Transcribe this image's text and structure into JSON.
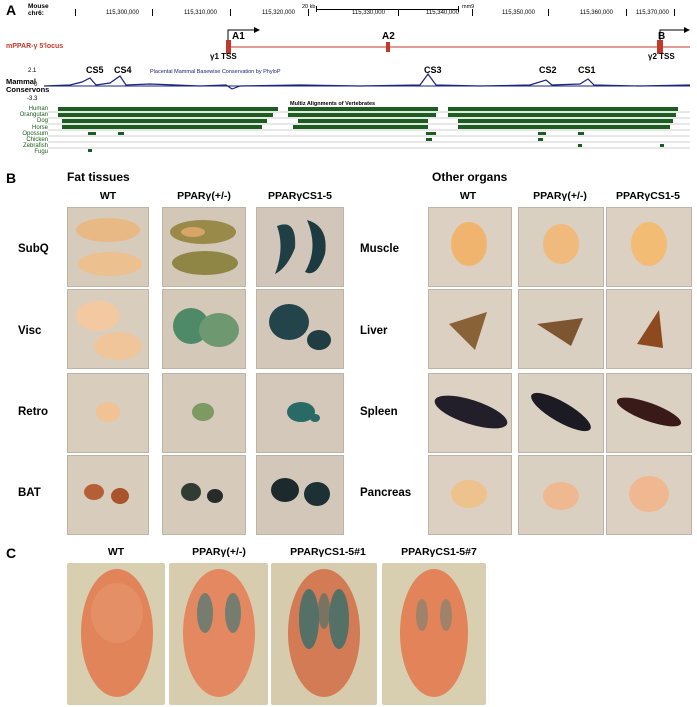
{
  "panelA": {
    "letter": "A",
    "species_label": "Mouse",
    "chrom_label": "chr6:",
    "coords": [
      "115,300,000",
      "115,310,000",
      "115,320,000",
      "115,330,000",
      "115,340,000",
      "115,350,000",
      "115,360,000",
      "115,370,000"
    ],
    "scale_label": "20 kb",
    "assembly": "mm9",
    "locus_label": "mPPAR-γ 5'locus",
    "exons": [
      "A1",
      "A2",
      "B"
    ],
    "tss": [
      "γ1 TSS",
      "γ2 TSS"
    ],
    "mammal_label": "Mammal Conservons",
    "conserved_sites": [
      "CS5",
      "CS4",
      "CS3",
      "CS2",
      "CS1"
    ],
    "yaxis": [
      "2.1",
      "0",
      "-3.3"
    ],
    "phylop_title": "Placental Mammal Basewise Conservation by PhyloP",
    "multiz_title": "Multiz Alignments of Vertebrates",
    "species": [
      "Human",
      "Orangutan",
      "Dog",
      "Horse",
      "Opossum",
      "Chicken",
      "Zebrafish",
      "Fugu"
    ]
  },
  "panelB": {
    "letter": "B",
    "fat_title": "Fat tissues",
    "organs_title": "Other organs",
    "columns": [
      "WT",
      "PPARγ(+/-)",
      "PPARγCS1-5"
    ],
    "fat_rows": [
      "SubQ",
      "Visc",
      "Retro",
      "BAT"
    ],
    "organ_rows": [
      "Muscle",
      "Liver",
      "Spleen",
      "Pancreas"
    ]
  },
  "panelC": {
    "letter": "C",
    "columns": [
      "WT",
      "PPARγ(+/-)",
      "PPARγCS1-5#1",
      "PPARγCS1-5#7"
    ]
  }
}
